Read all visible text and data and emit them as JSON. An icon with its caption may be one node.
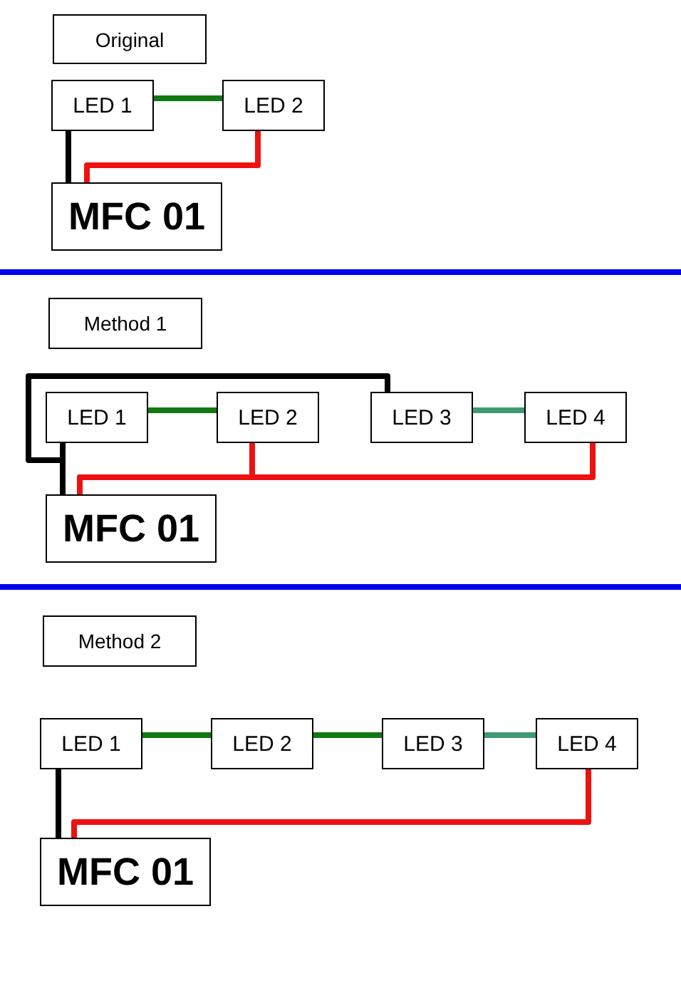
{
  "diagram": {
    "nodes": [
      {
        "text": [
          "Original"
        ]
      },
      {
        "text": [
          "LED 1"
        ]
      },
      {
        "text": [
          "LED 2"
        ]
      },
      {
        "text": [
          "MFC 01"
        ]
      },
      {
        "text": [
          "Method 1"
        ]
      },
      {
        "text": [
          "LED 1"
        ]
      },
      {
        "text": [
          "LED 2"
        ]
      },
      {
        "text": [
          "LED 3"
        ]
      },
      {
        "text": [
          "LED 4"
        ]
      },
      {
        "text": [
          "MFC 01"
        ]
      },
      {
        "text": [
          "Method 2"
        ]
      },
      {
        "text": [
          "LED 1"
        ]
      },
      {
        "text": [
          "LED 2"
        ]
      },
      {
        "text": [
          "LED 3"
        ]
      },
      {
        "text": [
          "LED 4"
        ]
      },
      {
        "text": [
          "MFC 01"
        ]
      }
    ],
    "edges": [
      {
        "from": 1,
        "to": 2,
        "arrow": "none",
        "color": "#127812"
      },
      {
        "from": 1,
        "to": 3,
        "arrow": "none",
        "color": "#000000"
      },
      {
        "from": 2,
        "to": 3,
        "arrow": "none",
        "color": "#ee1111"
      },
      {
        "from": 5,
        "to": 6,
        "arrow": "none",
        "color": "#127812"
      },
      {
        "from": 7,
        "to": 8,
        "arrow": "none",
        "color": "#3f9a72"
      },
      {
        "from": 5,
        "to": 9,
        "arrow": "none",
        "color": "#000000"
      },
      {
        "from": 7,
        "to": 9,
        "arrow": "none",
        "color": "#000000"
      },
      {
        "from": 6,
        "to": 9,
        "arrow": "none",
        "color": "#ee1111"
      },
      {
        "from": 8,
        "to": 9,
        "arrow": "none",
        "color": "#ee1111"
      },
      {
        "from": 11,
        "to": 12,
        "arrow": "none",
        "color": "#127812"
      },
      {
        "from": 12,
        "to": 13,
        "arrow": "none",
        "color": "#127812"
      },
      {
        "from": 13,
        "to": 14,
        "arrow": "none",
        "color": "#3f9a72"
      },
      {
        "from": 11,
        "to": 15,
        "arrow": "none",
        "color": "#000000"
      },
      {
        "from": 14,
        "to": 15,
        "arrow": "none",
        "color": "#ee1111"
      }
    ]
  }
}
